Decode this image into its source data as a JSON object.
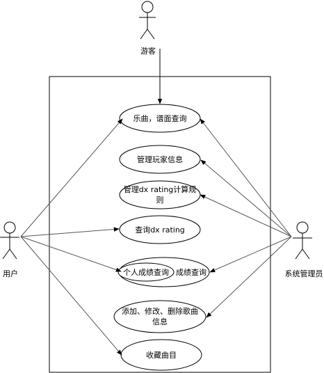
{
  "actors": {
    "visitor": "游客",
    "user": "用户",
    "admin": "系统管理员"
  },
  "use_cases": {
    "browse": "乐曲，谱面查询",
    "manage_player": "管理玩家信息",
    "manage_rating_line1": "管理dx rating计算规",
    "manage_rating_line2": "则",
    "query_rating": "查询dx rating",
    "score_query": "成绩查询",
    "personal_score": "个人成绩查询",
    "edit_songs_line1": "添加、修改、删除歌曲",
    "edit_songs_line2": "信息",
    "favorite": "收藏曲目"
  }
}
